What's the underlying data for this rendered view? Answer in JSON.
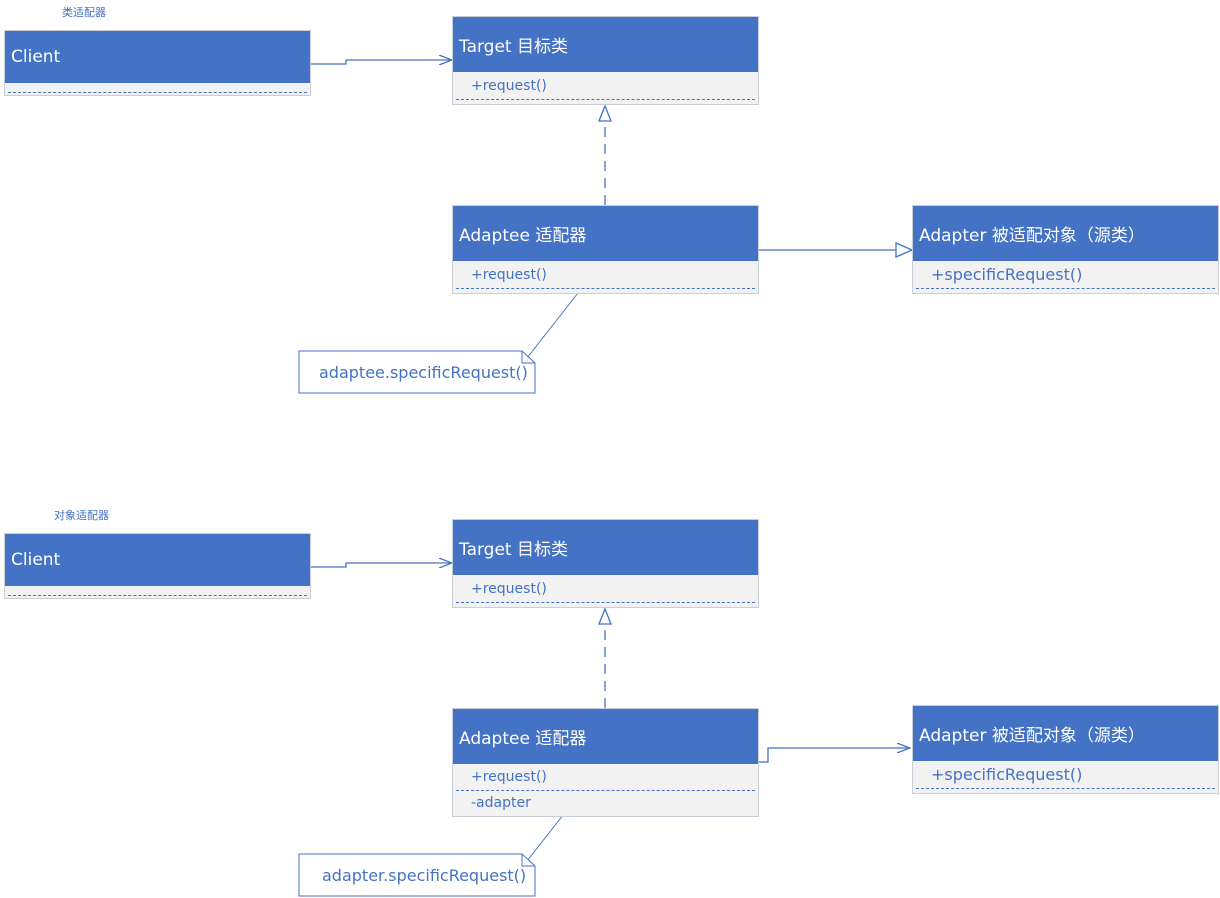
{
  "section1": {
    "caption": "类适配器",
    "client": {
      "name": "Client"
    },
    "target": {
      "name": "Target 目标类",
      "op": "+request()"
    },
    "adaptee": {
      "name": "Adaptee 适配器",
      "op": "+request()"
    },
    "adapter": {
      "name": "Adapter 被适配对象（源类）",
      "op": "+specificRequest()"
    },
    "note": "adaptee.specificRequest()"
  },
  "section2": {
    "caption": "对象适配器",
    "client": {
      "name": "Client"
    },
    "target": {
      "name": "Target 目标类",
      "op": "+request()"
    },
    "adaptee": {
      "name": "Adaptee 适配器",
      "op": "+request()",
      "field": "-adapter"
    },
    "adapter": {
      "name": "Adapter 被适配对象（源类）",
      "op": "+specificRequest()"
    },
    "note": "adapter.specificRequest()"
  },
  "colors": {
    "header": "#4472c4",
    "body": "#f2f2f2",
    "line": "#4472c4",
    "text_on_header": "#ffffff"
  }
}
